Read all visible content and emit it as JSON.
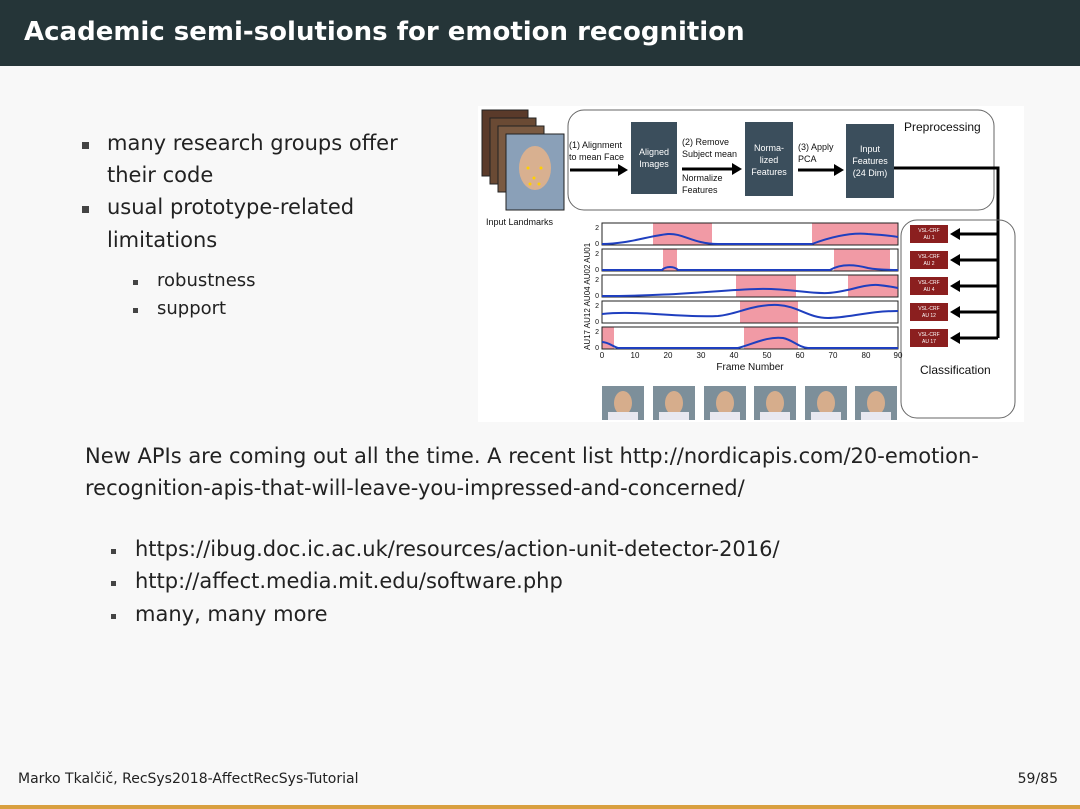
{
  "slide": {
    "title": "Academic semi-solutions for emotion recognition",
    "bullets_left": [
      "many research groups offer",
      "their code",
      "usual prototype-related",
      "limitations"
    ],
    "sub_bullets": [
      "robustness",
      "support"
    ],
    "paragraph_lines": [
      "New APIs are coming out all the time.  A recent list http://nordicapis.com/20-emotion-",
      "recognition-apis-that-will-leave-you-impressed-and-concerned/"
    ],
    "links": [
      "https://ibug.doc.ic.ac.uk/resources/action-unit-detector-2016/",
      "http://affect.media.mit.edu/software.php",
      "many, many more"
    ],
    "footer_left": "Marko Tkalčič, RecSys2018-AffectRecSys-Tutorial",
    "page_number": "59/85"
  },
  "figure": {
    "preprocessing_label": "Preprocessing",
    "input_landmarks": "Input Landmarks",
    "step1_line1": "(1) Alignment",
    "step1_line2": "to mean Face",
    "aligned_line1": "Aligned",
    "aligned_line2": "Images",
    "step2_line1": "(2) Remove",
    "step2_line2": "Subject mean",
    "step2b_line1": "Normalize",
    "step2b_line2": "Features",
    "norm_line1": "Norma-",
    "norm_line2": "lized",
    "norm_line3": "Features",
    "step3_line1": "(3) Apply",
    "step3_line2": "PCA",
    "input_line1": "Input",
    "input_line2": "Features",
    "input_line3": "(24 Dim)",
    "classification_label": "Classification",
    "xlabel": "Frame Number",
    "ylabel": "AU17 AU12 AU04 AU02 AU01",
    "classifiers": [
      {
        "line1": "VSL-CRF",
        "line2": "AU 1"
      },
      {
        "line1": "VSL-CRF",
        "line2": "AU 2"
      },
      {
        "line1": "VSL-CRF",
        "line2": "AU 4"
      },
      {
        "line1": "VSL-CRF",
        "line2": "AU 12"
      },
      {
        "line1": "VSL-CRF",
        "line2": "AU 17"
      }
    ],
    "x_ticks": [
      "0",
      "10",
      "20",
      "30",
      "40",
      "50",
      "60",
      "70",
      "80",
      "90"
    ],
    "y_ticks": {
      "top": "2",
      "bottom": "0"
    },
    "colors": {
      "box": "#3b4e5c",
      "classifier": "#8b1f1f",
      "highlight": "#f19aa5",
      "curve": "#1f3fbf"
    }
  }
}
